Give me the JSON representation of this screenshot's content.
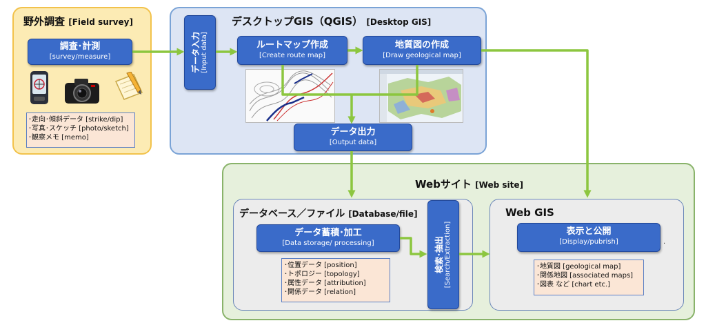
{
  "field_survey": {
    "title": "野外調査",
    "title_en": "[Field survey]",
    "button": {
      "label": "調査･計測",
      "sub": "[survey/measure]"
    },
    "notes": [
      "･走向･傾斜データ [strike/dip]",
      "･写真･スケッチ [photo/sketch]",
      "･観察メモ [memo]"
    ],
    "icons": [
      "gps-device-icon",
      "camera-icon",
      "notebook-pencil-icon"
    ]
  },
  "desktop_gis": {
    "title": "デスクトップGIS（QGIS）",
    "title_en": "[Desktop GIS]",
    "input": {
      "label": "データ入力",
      "sub": "[Input data]"
    },
    "route_map": {
      "label": "ルートマップ作成",
      "sub": "[Create route map]"
    },
    "geo_map": {
      "label": "地質図の作成",
      "sub": "[Draw geological map]"
    },
    "output": {
      "label": "データ出力",
      "sub": "[Output data]"
    }
  },
  "website": {
    "title": "Webサイト",
    "title_en": "[Web site]",
    "database": {
      "title": "データベース／ファイル",
      "title_en": "[Database/file]",
      "storage": {
        "label": "データ蓄積･加工",
        "sub": "[Data storage/ processing]"
      },
      "notes": [
        "･位置データ [position]",
        "･トポロジー [topology]",
        "･属性データ [attribution]",
        "･関係データ [relation]"
      ]
    },
    "search": {
      "label": "検索･抽出",
      "sub": "[Search/Extraction]"
    },
    "webgis": {
      "title": "Web GIS",
      "display": {
        "label": "表示と公開",
        "sub": "[Display/pubrish]"
      },
      "notes": [
        "･地質図 [geological map]",
        "･関係地図 [associated maps]",
        "･図表 など [chart etc.]"
      ],
      "mark": "."
    }
  },
  "colors": {
    "button": "#3a6bc9",
    "arrow": "#8cc63f",
    "field_bg": "#fcebb4",
    "desktop_bg": "#dde5f4",
    "web_bg": "#e6f0dc",
    "note_bg": "#fbe6d6"
  }
}
